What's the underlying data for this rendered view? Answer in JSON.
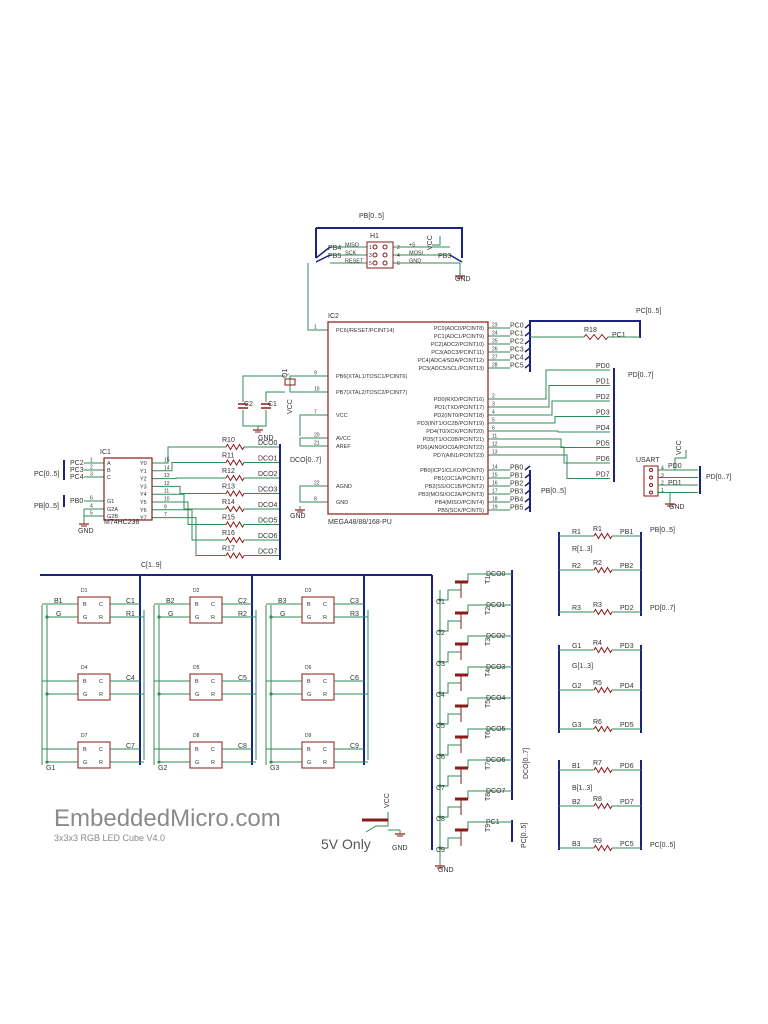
{
  "colors": {
    "wire": "#2e8b57",
    "bus": "#1a237e",
    "part": "#8b1a1a",
    "text": "#333333",
    "brand": "#8a8a8a"
  },
  "brand": {
    "title": "EmbeddedMicro.com",
    "subtitle": "3x3x3 RGB LED Cube V4.0",
    "note": "5V Only"
  },
  "h1": {
    "name": "H1",
    "bus": "PB[0..5]",
    "vcc": "VCC",
    "gnd": "GND",
    "left_pins": [
      "MISO",
      "SCK",
      "RESET"
    ],
    "right_pins": [
      "+5",
      "MOSI",
      "GND"
    ],
    "nets": [
      "PB4",
      "PB5",
      "PB3"
    ]
  },
  "ic2": {
    "name": "IC2",
    "part": "MEGA48/88/168-PU",
    "left_pins": [
      {
        "num": "1",
        "name": "PC6(/RESET/PCINT14)"
      },
      {
        "num": "9",
        "name": "PB6(XTAL1/TOSC1/PCINT6)"
      },
      {
        "num": "10",
        "name": "PB7(XTAL2/TOSC2/PCINT7)"
      },
      {
        "num": "7",
        "name": "VCC"
      },
      {
        "num": "20",
        "name": "AVCC"
      },
      {
        "num": "21",
        "name": "AREF"
      },
      {
        "num": "22",
        "name": "AGND"
      },
      {
        "num": "8",
        "name": "GND"
      }
    ],
    "right_pins": [
      {
        "num": "23",
        "name": "PC0(ADC0/PCINT8)",
        "net": "PC0"
      },
      {
        "num": "24",
        "name": "PC1(ADC1/PCINT9)",
        "net": "PC1"
      },
      {
        "num": "25",
        "name": "PC2(ADC2/PCINT10)",
        "net": "PC2"
      },
      {
        "num": "26",
        "name": "PC3(ADC3/PCINT11)",
        "net": "PC3"
      },
      {
        "num": "27",
        "name": "PC4(ADC4/SDA/PCINT12)",
        "net": "PC4"
      },
      {
        "num": "28",
        "name": "PC5(ADC5/SCL/PCINT13)",
        "net": "PC5"
      },
      {
        "num": "2",
        "name": "PD0(RXD/PCINT16)",
        "net": ""
      },
      {
        "num": "3",
        "name": "PD1(TXD/PCINT17)",
        "net": ""
      },
      {
        "num": "4",
        "name": "PD2(INT0/PCINT18)",
        "net": ""
      },
      {
        "num": "5",
        "name": "PD3(INT1/OC2B/PCINT19)",
        "net": ""
      },
      {
        "num": "6",
        "name": "PD4(T0/XCK/PCINT20)",
        "net": ""
      },
      {
        "num": "11",
        "name": "PD5(T1/OC0B/PCINT21)",
        "net": ""
      },
      {
        "num": "12",
        "name": "PD6(AIN0/OC0A/PCINT22)",
        "net": ""
      },
      {
        "num": "13",
        "name": "PD7(AIN1/PCINT23)",
        "net": ""
      },
      {
        "num": "14",
        "name": "PB0(ICP1/CLKO/PCINT0)",
        "net": "PB0"
      },
      {
        "num": "15",
        "name": "PB1(OC1A/PCINT1)",
        "net": "PB1"
      },
      {
        "num": "16",
        "name": "PB2(SS/OC1B/PCINT2)",
        "net": "PB2"
      },
      {
        "num": "17",
        "name": "PB3(MOSI/OC2A/PCINT3)",
        "net": "PB3"
      },
      {
        "num": "18",
        "name": "PB4(MISO/PCINT4)",
        "net": "PB4"
      },
      {
        "num": "19",
        "name": "PB5(SCK/PCINT5)",
        "net": "PB5"
      }
    ],
    "pd_nets": [
      "PD0",
      "PD1",
      "PD2",
      "PD3",
      "PD4",
      "PD5",
      "PD6",
      "PD7"
    ],
    "pc_bus": "PC[0..5]",
    "pd_bus": "PD[0..7]",
    "pb_bus": "PB[0..5]",
    "r18": "R18",
    "r18_net": "PC1",
    "crystal": "Q1",
    "c_left": "C2",
    "c_right": "C1",
    "vcc": "VCC",
    "gnd": "GND"
  },
  "ic1": {
    "name": "IC1",
    "part": "M74HC238",
    "in_pins": [
      {
        "num": "1",
        "name": "A",
        "net": "PC2"
      },
      {
        "num": "2",
        "name": "B",
        "net": "PC3"
      },
      {
        "num": "3",
        "name": "C",
        "net": "PC4"
      },
      {
        "num": "6",
        "name": "G1",
        "net": "PB0"
      },
      {
        "num": "4",
        "name": "G2A",
        "net": ""
      },
      {
        "num": "5",
        "name": "G2B",
        "net": ""
      }
    ],
    "out_pins": [
      {
        "num": "15",
        "name": "Y0"
      },
      {
        "num": "14",
        "name": "Y1"
      },
      {
        "num": "13",
        "name": "Y2"
      },
      {
        "num": "12",
        "name": "Y3"
      },
      {
        "num": "11",
        "name": "Y4"
      },
      {
        "num": "10",
        "name": "Y5"
      },
      {
        "num": "9",
        "name": "Y6"
      },
      {
        "num": "7",
        "name": "Y7"
      }
    ],
    "resistors": [
      "R10",
      "R11",
      "R12",
      "R13",
      "R14",
      "R15",
      "R16",
      "R17"
    ],
    "dco": [
      "DCO0",
      "DCO1",
      "DCO2",
      "DCO3",
      "DCO4",
      "DCO5",
      "DCO6",
      "DCO7"
    ],
    "bus": "DCO[0..7]",
    "pc_bus": "PC[0..5]",
    "pb_bus": "PB[0..5]",
    "gnd": "GND"
  },
  "usart": {
    "name": "USART",
    "nets": [
      "PD0",
      "PD1"
    ],
    "pins": [
      "4",
      "3",
      "2",
      "1"
    ],
    "vcc": "VCC",
    "gnd": "GND",
    "bus": "PD[0..7]"
  },
  "cube": {
    "bus": "C[1..9]",
    "leds": [
      {
        "name": "D1",
        "b": "B1",
        "c": "C1",
        "r": "R1",
        "g": "G"
      },
      {
        "name": "D2",
        "b": "B2",
        "c": "C2",
        "r": "R2",
        "g": "G"
      },
      {
        "name": "D3",
        "b": "B3",
        "c": "C3",
        "r": "R3",
        "g": "G"
      },
      {
        "name": "D4",
        "b": "",
        "c": "C4",
        "r": "",
        "g": ""
      },
      {
        "name": "D5",
        "b": "",
        "c": "C5",
        "r": "",
        "g": ""
      },
      {
        "name": "D6",
        "b": "",
        "c": "C6",
        "r": "",
        "g": ""
      },
      {
        "name": "D7",
        "b": "",
        "c": "C7",
        "r": "",
        "g": ""
      },
      {
        "name": "D8",
        "b": "",
        "c": "C8",
        "r": "",
        "g": ""
      },
      {
        "name": "D9",
        "b": "",
        "c": "C9",
        "r": "",
        "g": ""
      }
    ],
    "groups": [
      "G1",
      "G2",
      "G3"
    ],
    "pin_letters": {
      "b": "B",
      "c": "C",
      "g": "G",
      "r": "R"
    }
  },
  "transistors": {
    "names": [
      "T1",
      "T2",
      "T3",
      "T4",
      "T5",
      "T6",
      "T7",
      "T8",
      "T9"
    ],
    "c_nets": [
      "C1",
      "C2",
      "C3",
      "C4",
      "C5",
      "C6",
      "C7",
      "C8",
      "C9"
    ],
    "dco": [
      "DCO0",
      "DCO1",
      "DCO2",
      "DCO3",
      "DCO4",
      "DCO5",
      "DCO6",
      "DCO7",
      "PC1"
    ],
    "bus": "DCO[0..7]",
    "pc_bus": "PC[0..5]",
    "gnd": "GND"
  },
  "res_net": {
    "rows": [
      {
        "left": "R1",
        "res": "R1",
        "net": "PB1"
      },
      {
        "left": "R2",
        "res": "R2",
        "net": "PB2"
      },
      {
        "left": "R3",
        "res": "R3",
        "net": "PD2"
      },
      {
        "left": "G1",
        "res": "R4",
        "net": "PD3"
      },
      {
        "left": "G2",
        "res": "R5",
        "net": "PD4"
      },
      {
        "left": "G3",
        "res": "R6",
        "net": "PD5"
      },
      {
        "left": "B1",
        "res": "R7",
        "net": "PD6"
      },
      {
        "left": "B2",
        "res": "R8",
        "net": "PD7"
      },
      {
        "left": "B3",
        "res": "R9",
        "net": "PC5"
      }
    ],
    "bus_labels": [
      "R[1..3]",
      "G[1..3]",
      "B[1..3]"
    ],
    "right_buses": [
      "PB[0..5]",
      "PD[0..7]",
      "PC[0..5]"
    ]
  }
}
